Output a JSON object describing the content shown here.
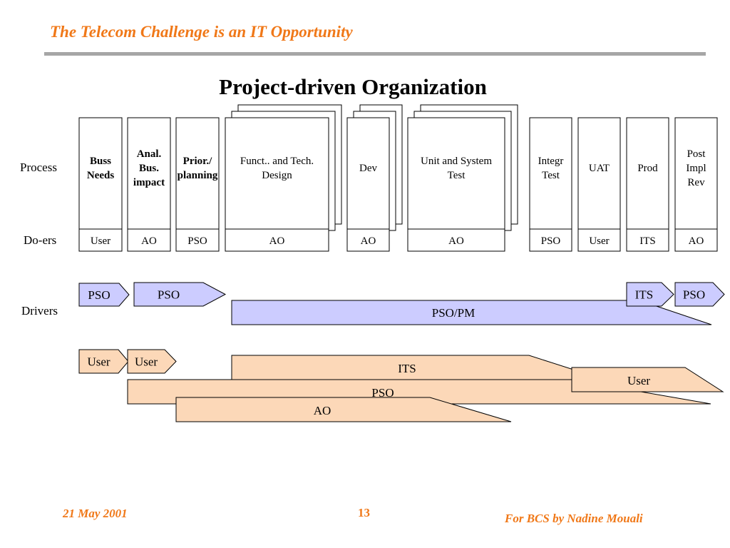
{
  "header": {
    "title": "The Telecom Challenge is an IT Opportunity"
  },
  "diagram": {
    "title": "Project-driven Organization",
    "row_labels": {
      "process": "Process",
      "doers": "Do-ers",
      "drivers": "Drivers"
    },
    "phases": [
      {
        "lines": [
          "Buss",
          "Needs"
        ],
        "bold": true,
        "doer": "User",
        "stacked": false
      },
      {
        "lines": [
          "Anal.",
          "Bus.",
          "impact"
        ],
        "bold": true,
        "doer": "AO",
        "stacked": false
      },
      {
        "lines": [
          "Prior./",
          "planning"
        ],
        "bold": true,
        "doer": "PSO",
        "stacked": false
      },
      {
        "lines": [
          "Funct.. and Tech.",
          "Design"
        ],
        "bold": false,
        "doer": "AO",
        "stacked": true
      },
      {
        "lines": [
          "Dev"
        ],
        "bold": false,
        "doer": "AO",
        "stacked": true
      },
      {
        "lines": [
          "Unit and System",
          "Test"
        ],
        "bold": false,
        "doer": "AO",
        "stacked": true
      },
      {
        "lines": [
          "Integr",
          "Test"
        ],
        "bold": false,
        "doer": "PSO",
        "stacked": false
      },
      {
        "lines": [
          "UAT"
        ],
        "bold": false,
        "doer": "User",
        "stacked": false
      },
      {
        "lines": [
          "Prod"
        ],
        "bold": false,
        "doer": "ITS",
        "stacked": false
      },
      {
        "lines": [
          "Post",
          "Impl",
          "Rev"
        ],
        "bold": false,
        "doer": "AO",
        "stacked": false
      }
    ],
    "drivers": [
      {
        "label": "PSO",
        "kind": "chevron"
      },
      {
        "label": "PSO",
        "kind": "chevron"
      },
      {
        "label": "ITS",
        "kind": "chevron"
      },
      {
        "label": "PSO",
        "kind": "chevron"
      },
      {
        "label": "PSO/PM",
        "kind": "arrow"
      }
    ],
    "participants": [
      {
        "label": "User",
        "kind": "chevron"
      },
      {
        "label": "User",
        "kind": "chevron"
      },
      {
        "label": "ITS",
        "kind": "arrow"
      },
      {
        "label": "PSO",
        "kind": "arrow"
      },
      {
        "label": "User",
        "kind": "arrow"
      },
      {
        "label": "AO",
        "kind": "arrow"
      }
    ],
    "colors": {
      "driver_fill": "#ccccff",
      "participant_fill": "#fcd8b8",
      "title_orange": "#f07818",
      "rule_gray": "#a6a6a6"
    }
  },
  "footer": {
    "date": "21 May 2001",
    "page_number": "13",
    "credit": "For BCS by Nadine Mouali"
  }
}
